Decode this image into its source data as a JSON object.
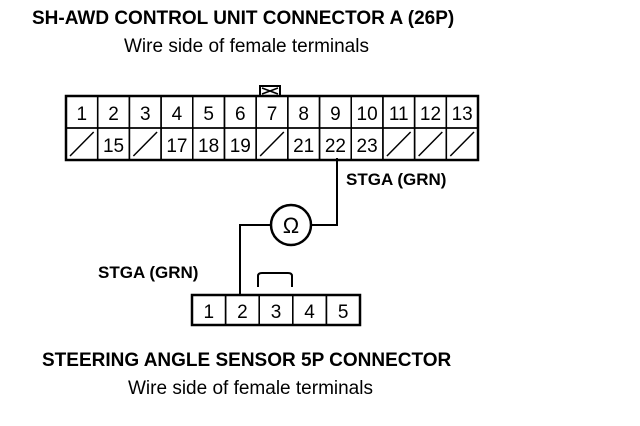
{
  "connector_a": {
    "title": "SH-AWD CONTROL UNIT CONNECTOR A (26P)",
    "subtitle": "Wire side of female terminals",
    "row1": [
      "1",
      "2",
      "3",
      "4",
      "5",
      "6",
      "7",
      "8",
      "9",
      "10",
      "11",
      "12",
      "13"
    ],
    "row2": [
      "",
      "15",
      "",
      "17",
      "18",
      "19",
      "",
      "21",
      "22",
      "23",
      "",
      "",
      ""
    ],
    "wire_label": "STGA (GRN)"
  },
  "meter": {
    "symbol": "Ω"
  },
  "sensor": {
    "wire_label": "STGA (GRN)",
    "pins": [
      "1",
      "2",
      "3",
      "4",
      "5"
    ],
    "title": "STEERING ANGLE SENSOR 5P CONNECTOR",
    "subtitle": "Wire side of female terminals"
  },
  "colors": {
    "ink": "#000000",
    "background": "#ffffff"
  }
}
